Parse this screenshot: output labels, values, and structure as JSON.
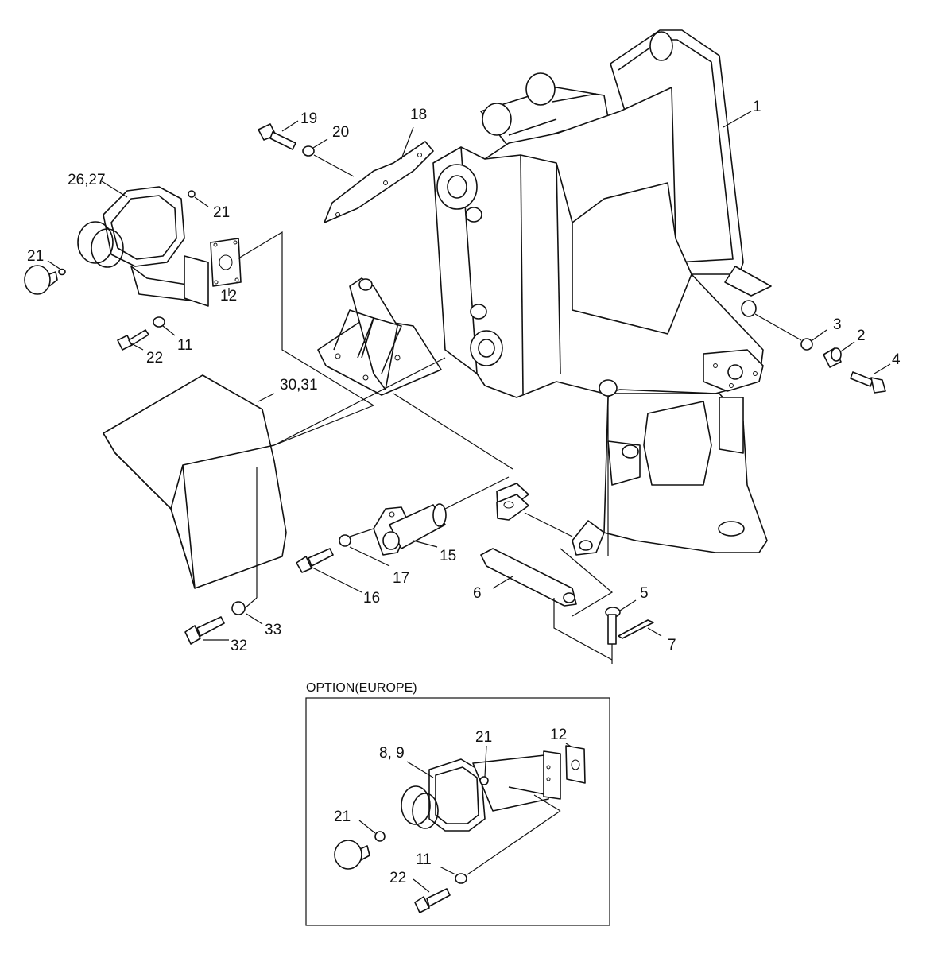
{
  "inset": {
    "title": "OPTION(EUROPE)"
  },
  "callouts": {
    "c1": "1",
    "c2": "2",
    "c3": "3",
    "c4": "4",
    "c5": "5",
    "c6": "6",
    "c7": "7",
    "c11": "11",
    "c12": "12",
    "c15": "15",
    "c16": "16",
    "c17": "17",
    "c18": "18",
    "c19": "19",
    "c20": "20",
    "c21a": "21",
    "c21b": "21",
    "c22": "22",
    "c26_27": "26,27",
    "c30_31": "30,31",
    "c32": "32",
    "c33": "33",
    "i8_9": "8, 9",
    "i21a": "21",
    "i21b": "21",
    "i12": "12",
    "i11": "11",
    "i22": "22"
  }
}
